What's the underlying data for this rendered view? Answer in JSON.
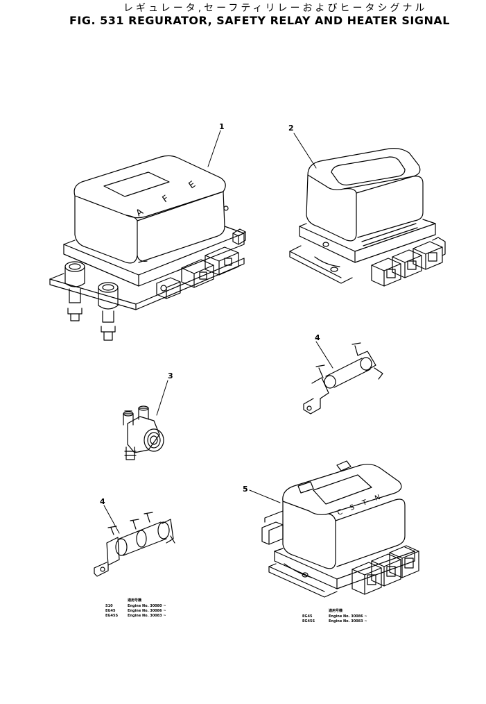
{
  "header": {
    "title_jp": "レギュレータ,セーフティリレーおよびヒータシグナル",
    "title_en": "FIG. 531  REGURATOR, SAFETY RELAY AND HEATER SIGNAL"
  },
  "callouts": [
    "1",
    "2",
    "3",
    "4",
    "4",
    "5"
  ],
  "part1_marks": [
    "A",
    "F",
    "E"
  ],
  "part5_marks": [
    "C",
    "S",
    "T",
    "N"
  ],
  "notes_left": {
    "heading": "適用号機",
    "rows": [
      {
        "model": "S10",
        "engine": "Engine No. 30080 ~"
      },
      {
        "model": "EG45",
        "engine": "Engine No. 30086 ~"
      },
      {
        "model": "EG45S",
        "engine": "Engine No. 30083 ~"
      }
    ]
  },
  "notes_right": {
    "heading": "適用号機",
    "rows": [
      {
        "model": "EG45",
        "engine": "Engine No. 30086 ~"
      },
      {
        "model": "EG45S",
        "engine": "Engine No. 30083 ~"
      }
    ]
  }
}
